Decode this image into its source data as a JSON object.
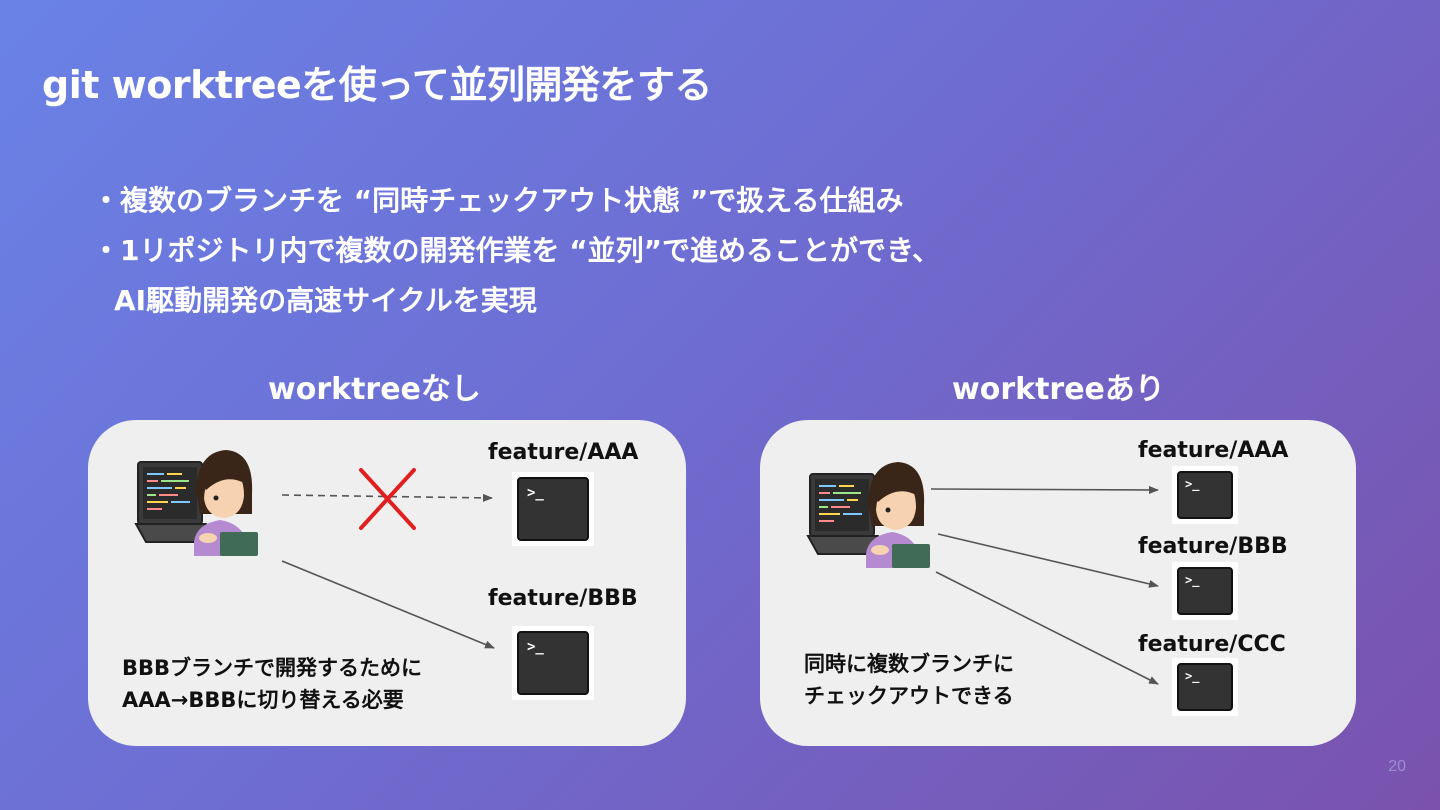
{
  "slide": {
    "title": "git worktreeを使って並列開発をする",
    "bullets": [
      "・複数のブランチを “同時チェックアウト状態 ”で扱える仕組み",
      "・1リポジトリ内で複数の開発作業を “並列”で進めることができ、",
      "AI駆動開発の高速サイクルを実現"
    ],
    "page_number": "20"
  },
  "without_worktree": {
    "heading": "worktreeなし",
    "branches": [
      "feature/AAA",
      "feature/BBB"
    ],
    "caption_lines": [
      "BBBブランチで開発するために",
      "AAA→BBBに切り替える必要"
    ]
  },
  "with_worktree": {
    "heading": "worktreeあり",
    "branches": [
      "feature/AAA",
      "feature/BBB",
      "feature/CCC"
    ],
    "caption_lines": [
      "同時に複数ブランチに",
      "チェックアウトできる"
    ]
  },
  "terminal": {
    "prompt": ">_"
  },
  "colors": {
    "background_start": "#6a82e6",
    "background_end": "#7a52ad",
    "panel": "#efefef",
    "cross": "#e02020",
    "arrow": "#555555"
  }
}
